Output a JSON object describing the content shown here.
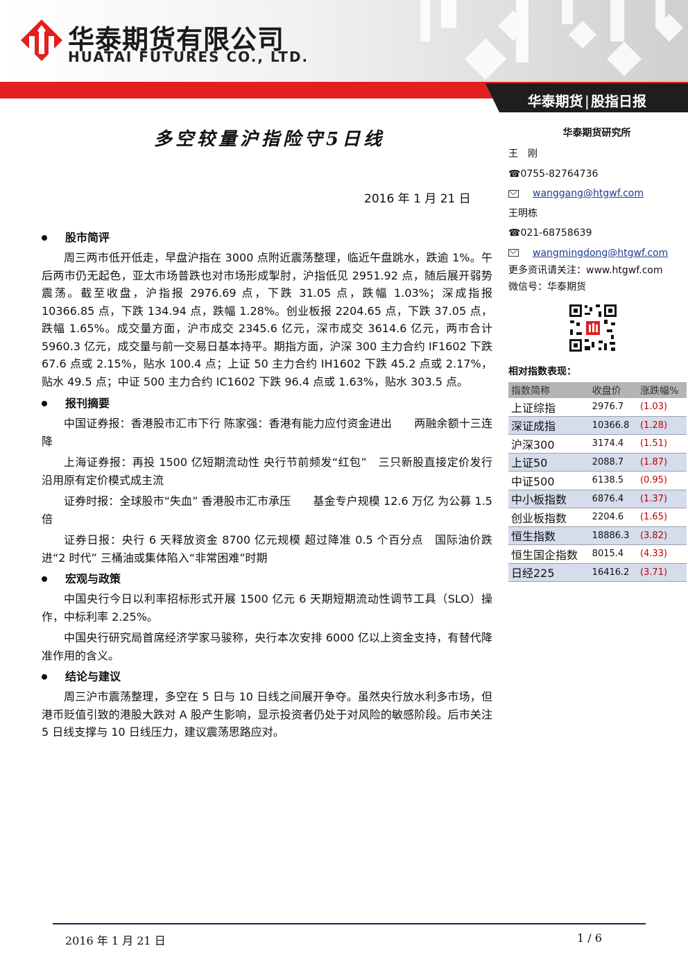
{
  "header": {
    "company_cn": "华泰期货有限公司",
    "company_en": "HUATAI FUTURES CO., LTD.",
    "band_left": "华泰期货",
    "band_sep": "|",
    "band_right": "股指日报",
    "logo_icon": "huatai-logo-icon",
    "brand_red": "#e41f1f"
  },
  "title": "多空较量沪指险守5日线",
  "date": "2016 年 1 月 21 日",
  "sections": [
    {
      "heading": "股市简评",
      "paragraphs": [
        "周三两市低开低走，早盘沪指在 3000 点附近震荡整理，临近午盘跳水，跌逾 1%。午后两市仍无起色，亚太市场普跌也对市场形成掣肘，沪指低见 2951.92 点，随后展开弱势震荡。截至收盘，沪指报 2976.69 点，下跌 31.05 点，跌幅 1.03%；深成指报 10366.85 点，下跌 134.94 点，跌幅 1.28%。创业板报 2204.65 点，下跌 37.05 点，跌幅 1.65%。成交量方面，沪市成交 2345.6 亿元，深市成交 3614.6 亿元，两市合计 5960.3 亿元，成交量与前一交易日基本持平。期指方面，沪深 300 主力合约 IF1602 下跌 67.6 点或 2.15%，贴水 100.4 点；上证 50 主力合约 IH1602 下跌 45.2 点或 2.17%，贴水 49.5 点；中证 500 主力合约 IC1602 下跌 96.4 点或 1.63%，贴水 303.5 点。"
      ]
    },
    {
      "heading": "报刊摘要",
      "paragraphs": [
        "中国证券报：香港股市汇市下行  陈家强：香港有能力应付资金进出　　两融余额十三连降",
        "上海证券报：再投 1500 亿短期流动性  央行节前频发“红包”　三只新股直接定价发行  沿用原有定价模式成主流",
        "证券时报：全球股市“失血”  香港股市汇市承压　　基金专户规模 12.6 万亿  为公募 1.5 倍",
        "证券日报：央行 6 天释放资金 8700 亿元规模  超过降准 0.5 个百分点　国际油价跌进“2 时代”  三桶油或集体陷入“非常困难”时期"
      ]
    },
    {
      "heading": "宏观与政策",
      "paragraphs": [
        "中国央行今日以利率招标形式开展 1500 亿元 6 天期短期流动性调节工具（SLO）操作，中标利率 2.25%。",
        "中国央行研究局首席经济学家马骏称，央行本次安排 6000 亿以上资金支持，有替代降准作用的含义。"
      ]
    },
    {
      "heading": "结论与建议",
      "paragraphs": [
        "周三沪市震荡整理，多空在 5 日与 10 日线之间展开争夺。虽然央行放水利多市场，但港币贬值引致的港股大跌对 A 股产生影响，显示投资者仍处于对风险的敏感阶段。后市关注 5 日线支撑与 10 日线压力，建议震荡思路应对。"
      ]
    }
  ],
  "sidebar": {
    "org": "华泰期货研究所",
    "analyst1_name": "王　刚",
    "analyst1_phone": "☎0755-82764736",
    "analyst1_email": "wanggang@htgwf.com",
    "analyst2_name": "王明栋",
    "analyst2_phone": "☎021-68758639",
    "analyst2_email": "wangmingdong@htgwf.com",
    "more_info": "更多资讯请关注：www.htgwf.com",
    "wechat": "微信号：华泰期货",
    "qr_icon": "qr-code-icon",
    "perf_label": "相对指数表现：",
    "table_headers": [
      "指数简称",
      "收盘价",
      "涨跌幅%"
    ],
    "table_rows": [
      {
        "name": "上证综指",
        "close": "2976.7",
        "change": "(1.03)"
      },
      {
        "name": "深证成指",
        "close": "10366.8",
        "change": "(1.28)"
      },
      {
        "name": "沪深300",
        "close": "3174.4",
        "change": "(1.51)"
      },
      {
        "name": "上证50",
        "close": "2088.7",
        "change": "(1.87)"
      },
      {
        "name": "中证500",
        "close": "6138.5",
        "change": "(0.95)"
      },
      {
        "name": "中小板指数",
        "close": "6876.4",
        "change": "(1.37)"
      },
      {
        "name": "创业板指数",
        "close": "2204.6",
        "change": "(1.65)"
      },
      {
        "name": "恒生指数",
        "close": "18886.3",
        "change": "(3.82)"
      },
      {
        "name": "恒生国企指数",
        "close": "8015.4",
        "change": "(4.33)"
      },
      {
        "name": "日经225",
        "close": "16416.2",
        "change": "(3.71)"
      }
    ]
  },
  "footer": {
    "date": "2016 年 1 月 21 日",
    "page": "1 / 6"
  }
}
